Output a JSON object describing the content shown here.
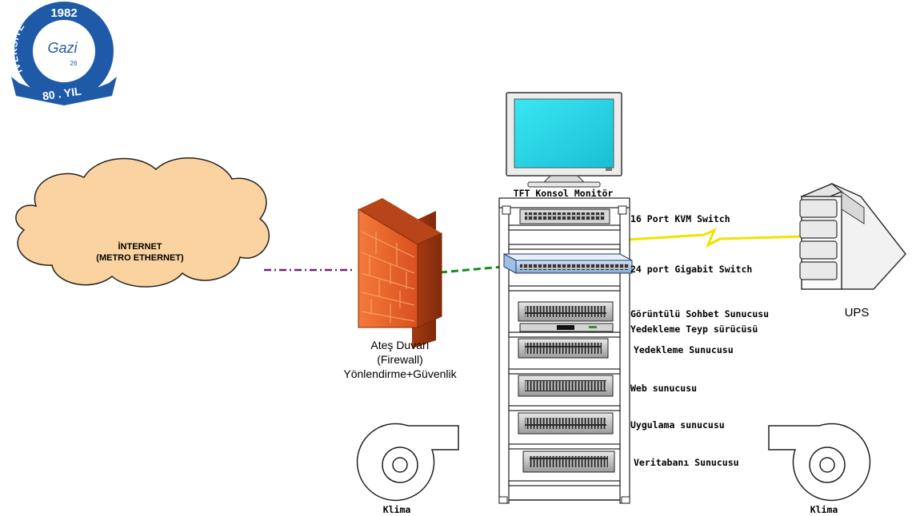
{
  "logo": {
    "year": "1982",
    "name": "ÜNİVERSİTESİ",
    "anniversary": "80 . YIL",
    "monogram": "Gazi",
    "small_number": "26"
  },
  "cloud": {
    "line1": "İNTERNET",
    "line2": "(METRO ETHERNET)"
  },
  "firewall": {
    "line1": "Ateş Duvarı",
    "line2": "(Firewall)",
    "line3": "Yönlendirme+Güvenlik"
  },
  "monitor_label": "TFT Konsol Monitör",
  "rack_labels": {
    "kvm": "16 Port KVM Switch",
    "switch": "24 port Gigabit Switch",
    "video_chat": "Görüntülü Sohbet Sunucusu",
    "tape": "Yedekleme Teyp sürücüsü",
    "backup": "Yedekleme Sunucusu",
    "web": "Web sunucusu",
    "app": "Uygulama sunucusu",
    "db": "Veritabanı Sunucusu"
  },
  "ups_label": "UPS",
  "klima_left": "Klima",
  "klima_right": "Klima",
  "colors": {
    "cloud_fill": "#FBD3A0",
    "firewall": "#E8602A",
    "monitor_screen": "#29D8E8",
    "link_internet": "#7A1E6E",
    "link_firewall": "#1A8A1A",
    "link_ups": "#F2E200",
    "logo_blue": "#1E5AA8"
  }
}
